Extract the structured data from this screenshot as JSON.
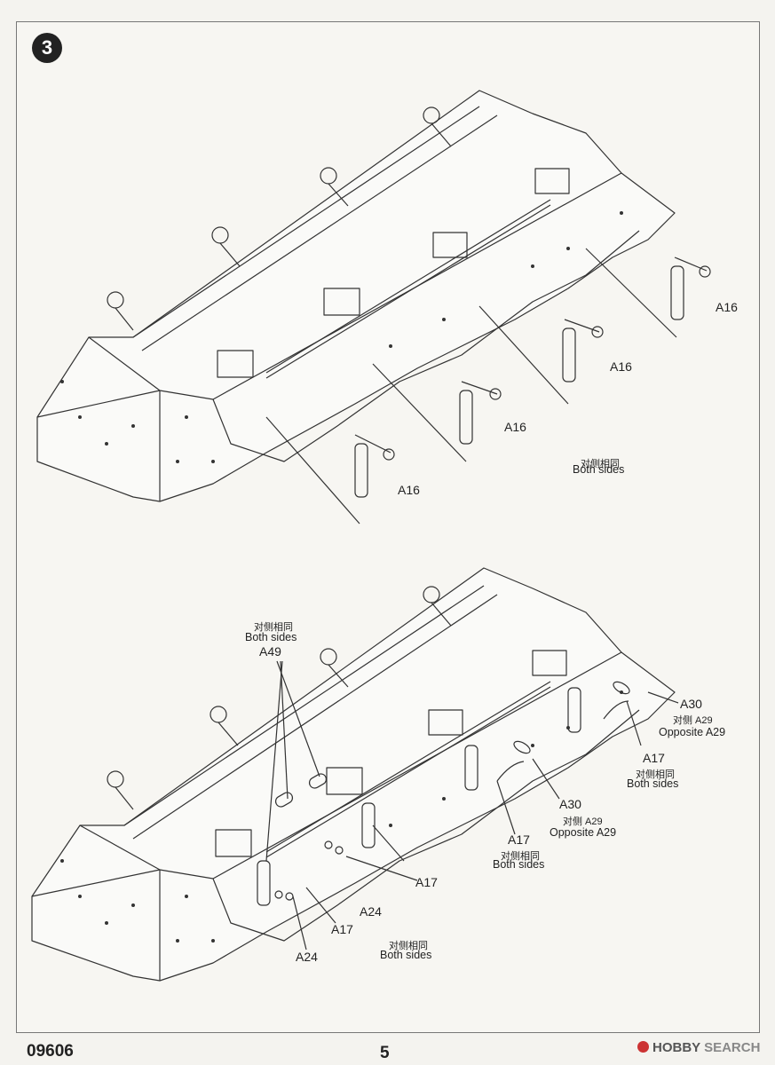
{
  "step": {
    "number": "3"
  },
  "upper": {
    "labels": [
      "A16",
      "A16",
      "A16",
      "A16"
    ],
    "note_cn": "对侧相同",
    "note_en": "Both sides"
  },
  "lower": {
    "note_top_cn": "对侧相同",
    "note_top_en": "Both sides",
    "label_a49": "A49",
    "label_a30_1": "A30",
    "note_a30_1_cn": "对侧 A29",
    "note_a30_1_en": "Opposite A29",
    "label_a17_1": "A17",
    "note_a17_1_cn": "对侧相同",
    "note_a17_1_en": "Both sides",
    "label_a30_2": "A30",
    "note_a30_2_cn": "对侧 A29",
    "note_a30_2_en": "Opposite A29",
    "label_a17_2": "A17",
    "note_a17_2_cn": "对侧相同",
    "note_a17_2_en": "Both sides",
    "label_a17_3": "A17",
    "label_a24_1": "A24",
    "label_a17_4": "A17",
    "label_a24_2": "A24",
    "note_bottom_cn": "对侧相同",
    "note_bottom_en": "Both sides"
  },
  "footer": {
    "product_code": "09606",
    "page_number": "5",
    "watermark_brand": "HOBBY",
    "watermark_rest": "SEARCH",
    "watermark_icon": "hobbysearch-logo-icon"
  }
}
